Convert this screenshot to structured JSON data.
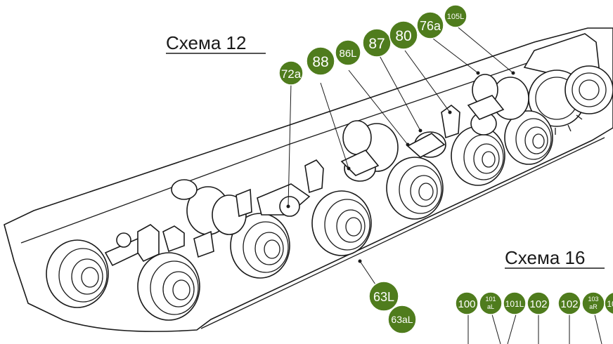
{
  "scheme_12": {
    "title": "Схема 12"
  },
  "scheme_16": {
    "title": "Схема 16"
  },
  "accent_color": "#4f7c1d",
  "callouts_12": [
    "72a",
    "88",
    "86L",
    "87",
    "80",
    "76a",
    "105L",
    "63L",
    "63aL"
  ],
  "callouts_16": [
    {
      "main": "100",
      "sub": ""
    },
    {
      "main": "101",
      "sub": "aL"
    },
    {
      "main": "101L",
      "sub": ""
    },
    {
      "main": "102",
      "sub": ""
    },
    {
      "main": "102",
      "sub": ""
    },
    {
      "main": "103",
      "sub": "aR"
    },
    {
      "main": "10",
      "sub": ""
    }
  ]
}
